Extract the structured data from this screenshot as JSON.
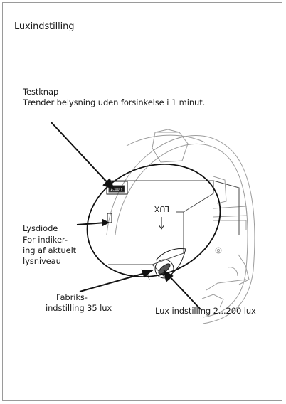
{
  "title": "Luxindstilling",
  "callouts": {
    "testknap_title": "Testknap",
    "testknap_desc": "Tænder belysning uden forsinkelse i 1 minut.",
    "lysdiode_l1": "Lysdiode",
    "lysdiode_l2": "For indiker-",
    "lysdiode_l3": "ing af aktuelt",
    "lysdiode_l4": "lysniveau",
    "fabriks_l1": "Fabriks-",
    "fabriks_l2": "indstilling 35 lux",
    "lux_range": "Lux indstilling 2...200 lux"
  },
  "device_text": {
    "lux": "LUX",
    "button_label": "1000 !"
  }
}
